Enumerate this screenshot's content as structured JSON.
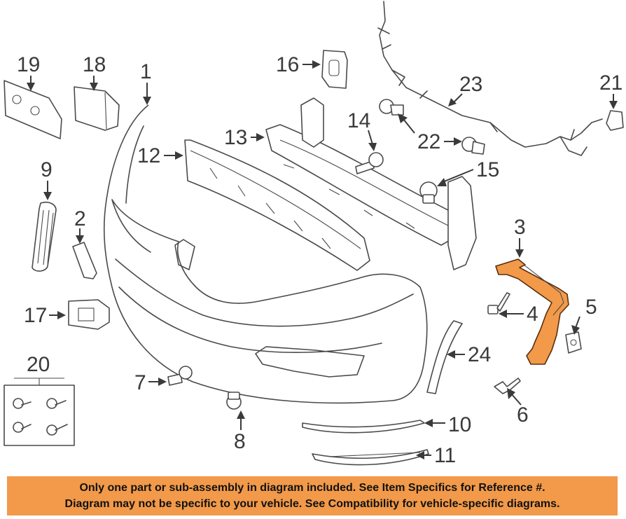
{
  "callouts": {
    "c1": "1",
    "c2": "2",
    "c3": "3",
    "c4": "4",
    "c5": "5",
    "c6": "6",
    "c7": "7",
    "c8": "8",
    "c9": "9",
    "c10": "10",
    "c11": "11",
    "c12": "12",
    "c13": "13",
    "c14": "14",
    "c15": "15",
    "c16": "16",
    "c17": "17",
    "c18": "18",
    "c19": "19",
    "c20": "20",
    "c21": "21",
    "c22": "22",
    "c23": "23",
    "c24": "24"
  },
  "notice": {
    "line1": "Only one part or sub-assembly in diagram included. See Item Specifics for Reference #.",
    "line2": "Diagram may not be specific to your vehicle. See Compatibility for vehicle-specific diagrams."
  },
  "colors": {
    "highlight": "#f29a4a",
    "notice_bg": "#f29a4a",
    "line": "#4a4a4a"
  },
  "highlighted_part": "3"
}
